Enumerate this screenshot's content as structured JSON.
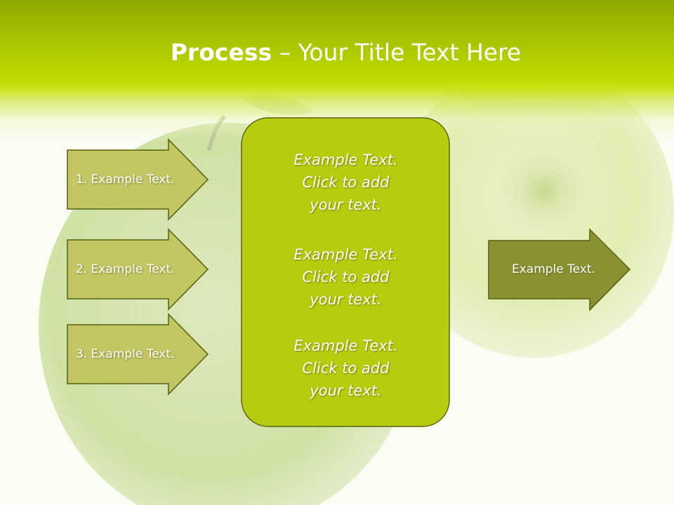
{
  "slide": {
    "title_bold": "Process",
    "title_rest": " – Your Title Text Here"
  },
  "left_arrows": [
    {
      "label": "1. Example Text."
    },
    {
      "label": "2. Example Text."
    },
    {
      "label": "3. Example Text."
    }
  ],
  "center_box": {
    "blocks": [
      {
        "line1": "Example Text.",
        "line2": "Click  to add",
        "line3": "your text."
      },
      {
        "line1": "Example Text.",
        "line2": "Click  to add",
        "line3": "your text."
      },
      {
        "line1": "Example Text.",
        "line2": "Click  to add",
        "line3": "your text."
      }
    ]
  },
  "right_arrow": {
    "label": "Example Text."
  },
  "colors": {
    "header_green": "#a9c400",
    "left_arrow_fill": "#c4c664",
    "center_box_fill": "#b8cc0e",
    "right_arrow_fill": "#8a9132",
    "outline": "#55600e"
  }
}
